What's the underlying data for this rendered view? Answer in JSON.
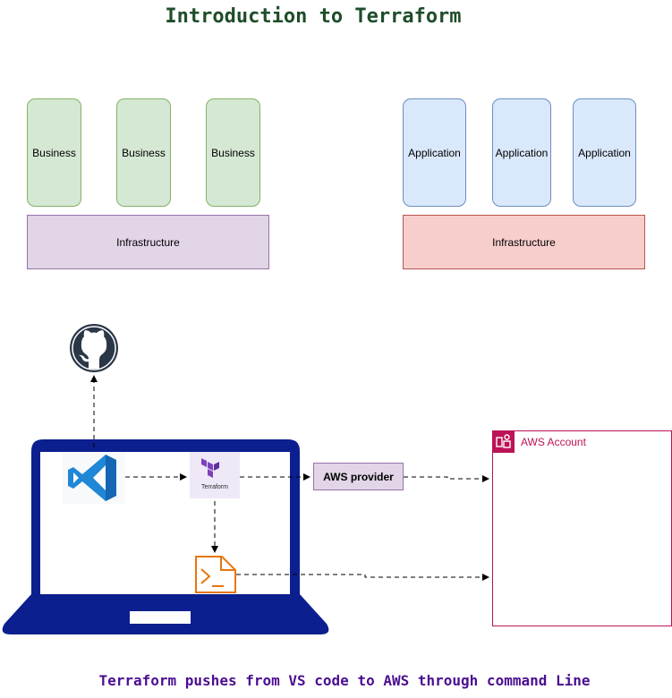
{
  "title": "Introduction to Terraform",
  "left_stack": {
    "business": [
      "Business",
      "Business",
      "Business"
    ],
    "infrastructure": "Infrastructure"
  },
  "right_stack": {
    "application": [
      "Application",
      "Application",
      "Application"
    ],
    "infrastructure": "Infrastructure"
  },
  "diagram": {
    "terraform_label": "Terraform",
    "provider_label": "AWS provider",
    "aws_account_label": "AWS Account"
  },
  "caption": "Terraform pushes from VS code to AWS through command Line",
  "colors": {
    "title": "#1f4d2a",
    "caption": "#4b0f91",
    "laptop": "#0b1f8f",
    "vscode": "#1f87d6",
    "terraform": "#7b42bc",
    "cli": "#e8760d",
    "aws_account": "#bc1356"
  },
  "icons": [
    "github-icon",
    "vscode-icon",
    "terraform-icon",
    "terminal-icon",
    "aws-account-icon",
    "laptop-icon"
  ]
}
